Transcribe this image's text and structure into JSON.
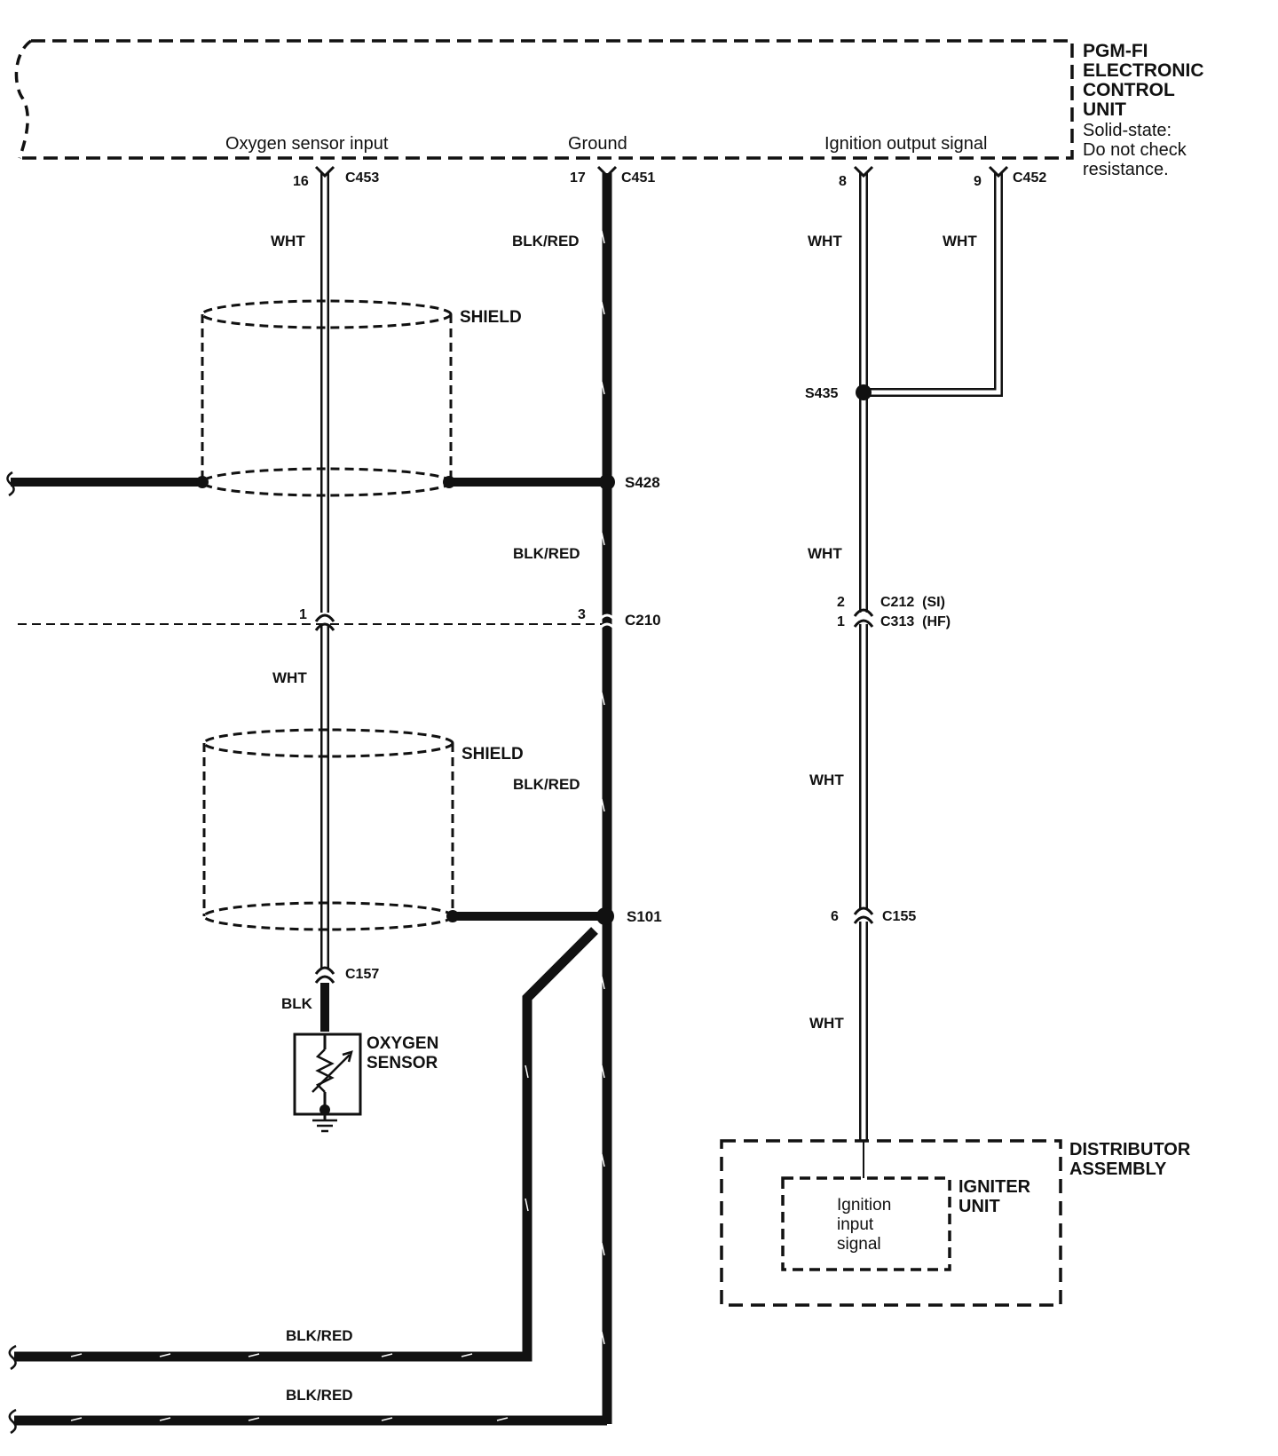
{
  "ecu": {
    "title_lines": [
      "PGM-FI",
      "ELECTRONIC",
      "CONTROL",
      "UNIT"
    ],
    "note_lines": [
      "Solid-state:",
      "Do not check",
      "resistance."
    ],
    "inputs": {
      "oxygen": "Oxygen sensor input",
      "ground": "Ground",
      "ignition": "Ignition output signal"
    }
  },
  "pins": {
    "p16": "16",
    "c453": "C453",
    "p17": "17",
    "c451": "C451",
    "p8": "8",
    "p9": "9",
    "c452": "C452",
    "p1": "1",
    "p3": "3",
    "c210": "C210",
    "p2": "2",
    "c212": "C212  (SI)",
    "p1b": "1",
    "c313": "C313  (HF)",
    "p6": "6",
    "c155": "C155",
    "c157": "C157"
  },
  "splices": {
    "s435": "S435",
    "s428": "S428",
    "s101": "S101"
  },
  "wires": {
    "wht": "WHT",
    "blk_red": "BLK/RED",
    "blk": "BLK"
  },
  "shield": "SHIELD",
  "oxygen_sensor": [
    "OXYGEN",
    "SENSOR"
  ],
  "distributor": [
    "DISTRIBUTOR",
    "ASSEMBLY"
  ],
  "igniter": [
    "IGNITER",
    "UNIT"
  ],
  "igniter_input": [
    "Ignition",
    "input",
    "signal"
  ]
}
